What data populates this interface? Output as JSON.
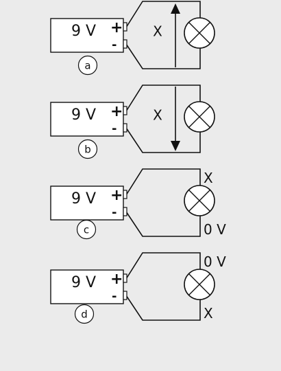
{
  "circuits": [
    {
      "id": "a",
      "battery_voltage": "9 V",
      "plus": "+",
      "minus": "-",
      "label": "a",
      "middle_label": "X",
      "arrow": "up",
      "top_label": "",
      "bottom_label": ""
    },
    {
      "id": "b",
      "battery_voltage": "9 V",
      "plus": "+",
      "minus": "-",
      "label": "b",
      "middle_label": "X",
      "arrow": "down",
      "top_label": "",
      "bottom_label": ""
    },
    {
      "id": "c",
      "battery_voltage": "9 V",
      "plus": "+",
      "minus": "-",
      "label": "c",
      "middle_label": "",
      "arrow": "none",
      "top_label": "X",
      "bottom_label": "0 V"
    },
    {
      "id": "d",
      "battery_voltage": "9 V",
      "plus": "+",
      "minus": "-",
      "label": "d",
      "middle_label": "",
      "arrow": "none",
      "top_label": "0 V",
      "bottom_label": "X"
    }
  ],
  "colors": {
    "background": "#ebebeb",
    "stroke": "#111111",
    "fill": "#ffffff"
  }
}
